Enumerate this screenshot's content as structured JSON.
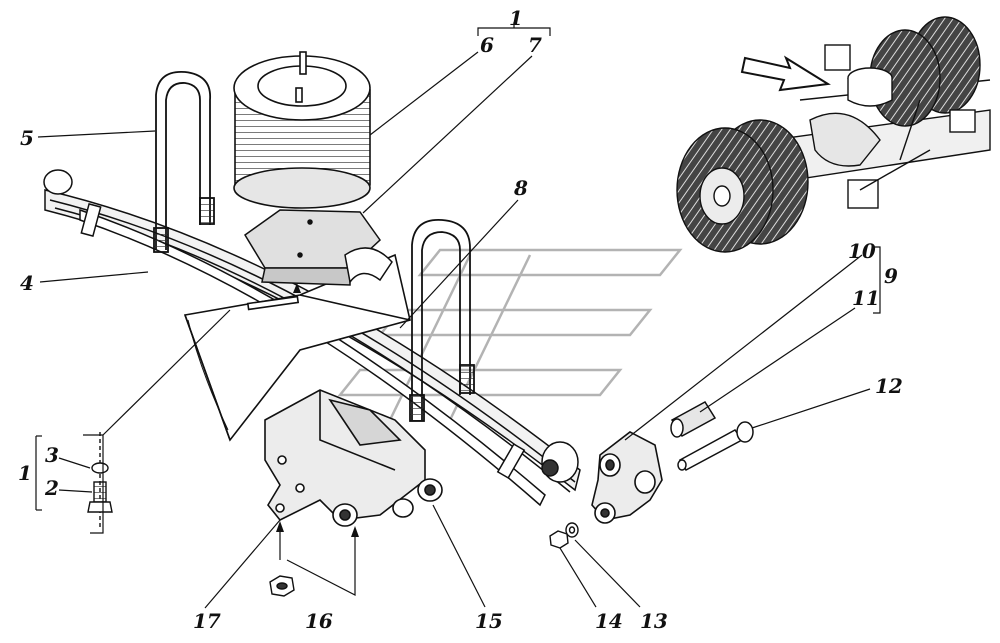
{
  "labels": {
    "n1_top": "1",
    "n6": "6",
    "n7": "7",
    "n5": "5",
    "n4": "4",
    "n8": "8",
    "n10": "10",
    "n9": "9",
    "n11": "11",
    "n12": "12",
    "n1_left": "1",
    "n3": "3",
    "n2": "2",
    "n17": "17",
    "n16": "16",
    "n15": "15",
    "n14": "14",
    "n13": "13"
  },
  "colors": {
    "ink": "#111111",
    "shade": "#d9d9d9",
    "watermark": "#9a9a9a"
  }
}
